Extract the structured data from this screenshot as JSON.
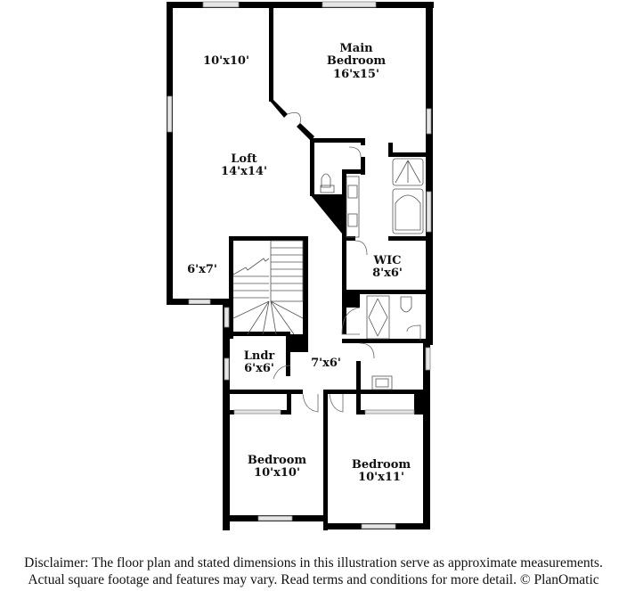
{
  "floorplan": {
    "rooms": [
      {
        "id": "area-10x10",
        "name": "",
        "dims": "10'x10'"
      },
      {
        "id": "main-bedroom",
        "name": "Main Bedroom",
        "name_line1": "Main",
        "name_line2": "Bedroom",
        "dims": "16'x15'"
      },
      {
        "id": "loft",
        "name": "Loft",
        "dims": "14'x14'"
      },
      {
        "id": "area-6x7",
        "name": "",
        "dims": "6'x7'"
      },
      {
        "id": "wic",
        "name": "WIC",
        "dims": "8'x6'"
      },
      {
        "id": "laundry",
        "name": "Lndr",
        "dims": "6'x6'"
      },
      {
        "id": "hall",
        "name": "",
        "dims": "7'x6'"
      },
      {
        "id": "bedroom-2",
        "name": "Bedroom",
        "dims": "10'x10'"
      },
      {
        "id": "bedroom-3",
        "name": "Bedroom",
        "dims": "10'x11'"
      }
    ]
  },
  "disclaimer": {
    "line1": "Disclaimer: The floor plan and stated dimensions in this illustration serve as approximate measurements.",
    "line2": "Actual square footage and features may vary. Read terms and conditions for more detail. © PlanOmatic"
  }
}
